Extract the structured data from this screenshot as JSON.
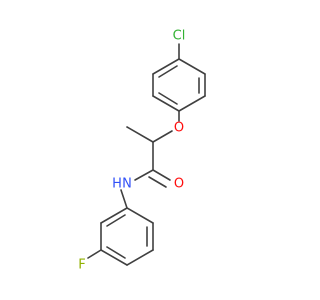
{
  "molecule": {
    "atom_labels": {
      "chlorine": "Cl",
      "oxygen_ether": "O",
      "oxygen_carbonyl": "O",
      "nitrogen": "N",
      "hydrogen": "H",
      "fluorine": "F"
    },
    "colors": {
      "bond": "#404040",
      "chlorine": "#33b233",
      "oxygen": "#ff0d0d",
      "nitrogen": "#3050f8",
      "fluorine": "#90b000",
      "hydrogen": "#404040"
    }
  }
}
